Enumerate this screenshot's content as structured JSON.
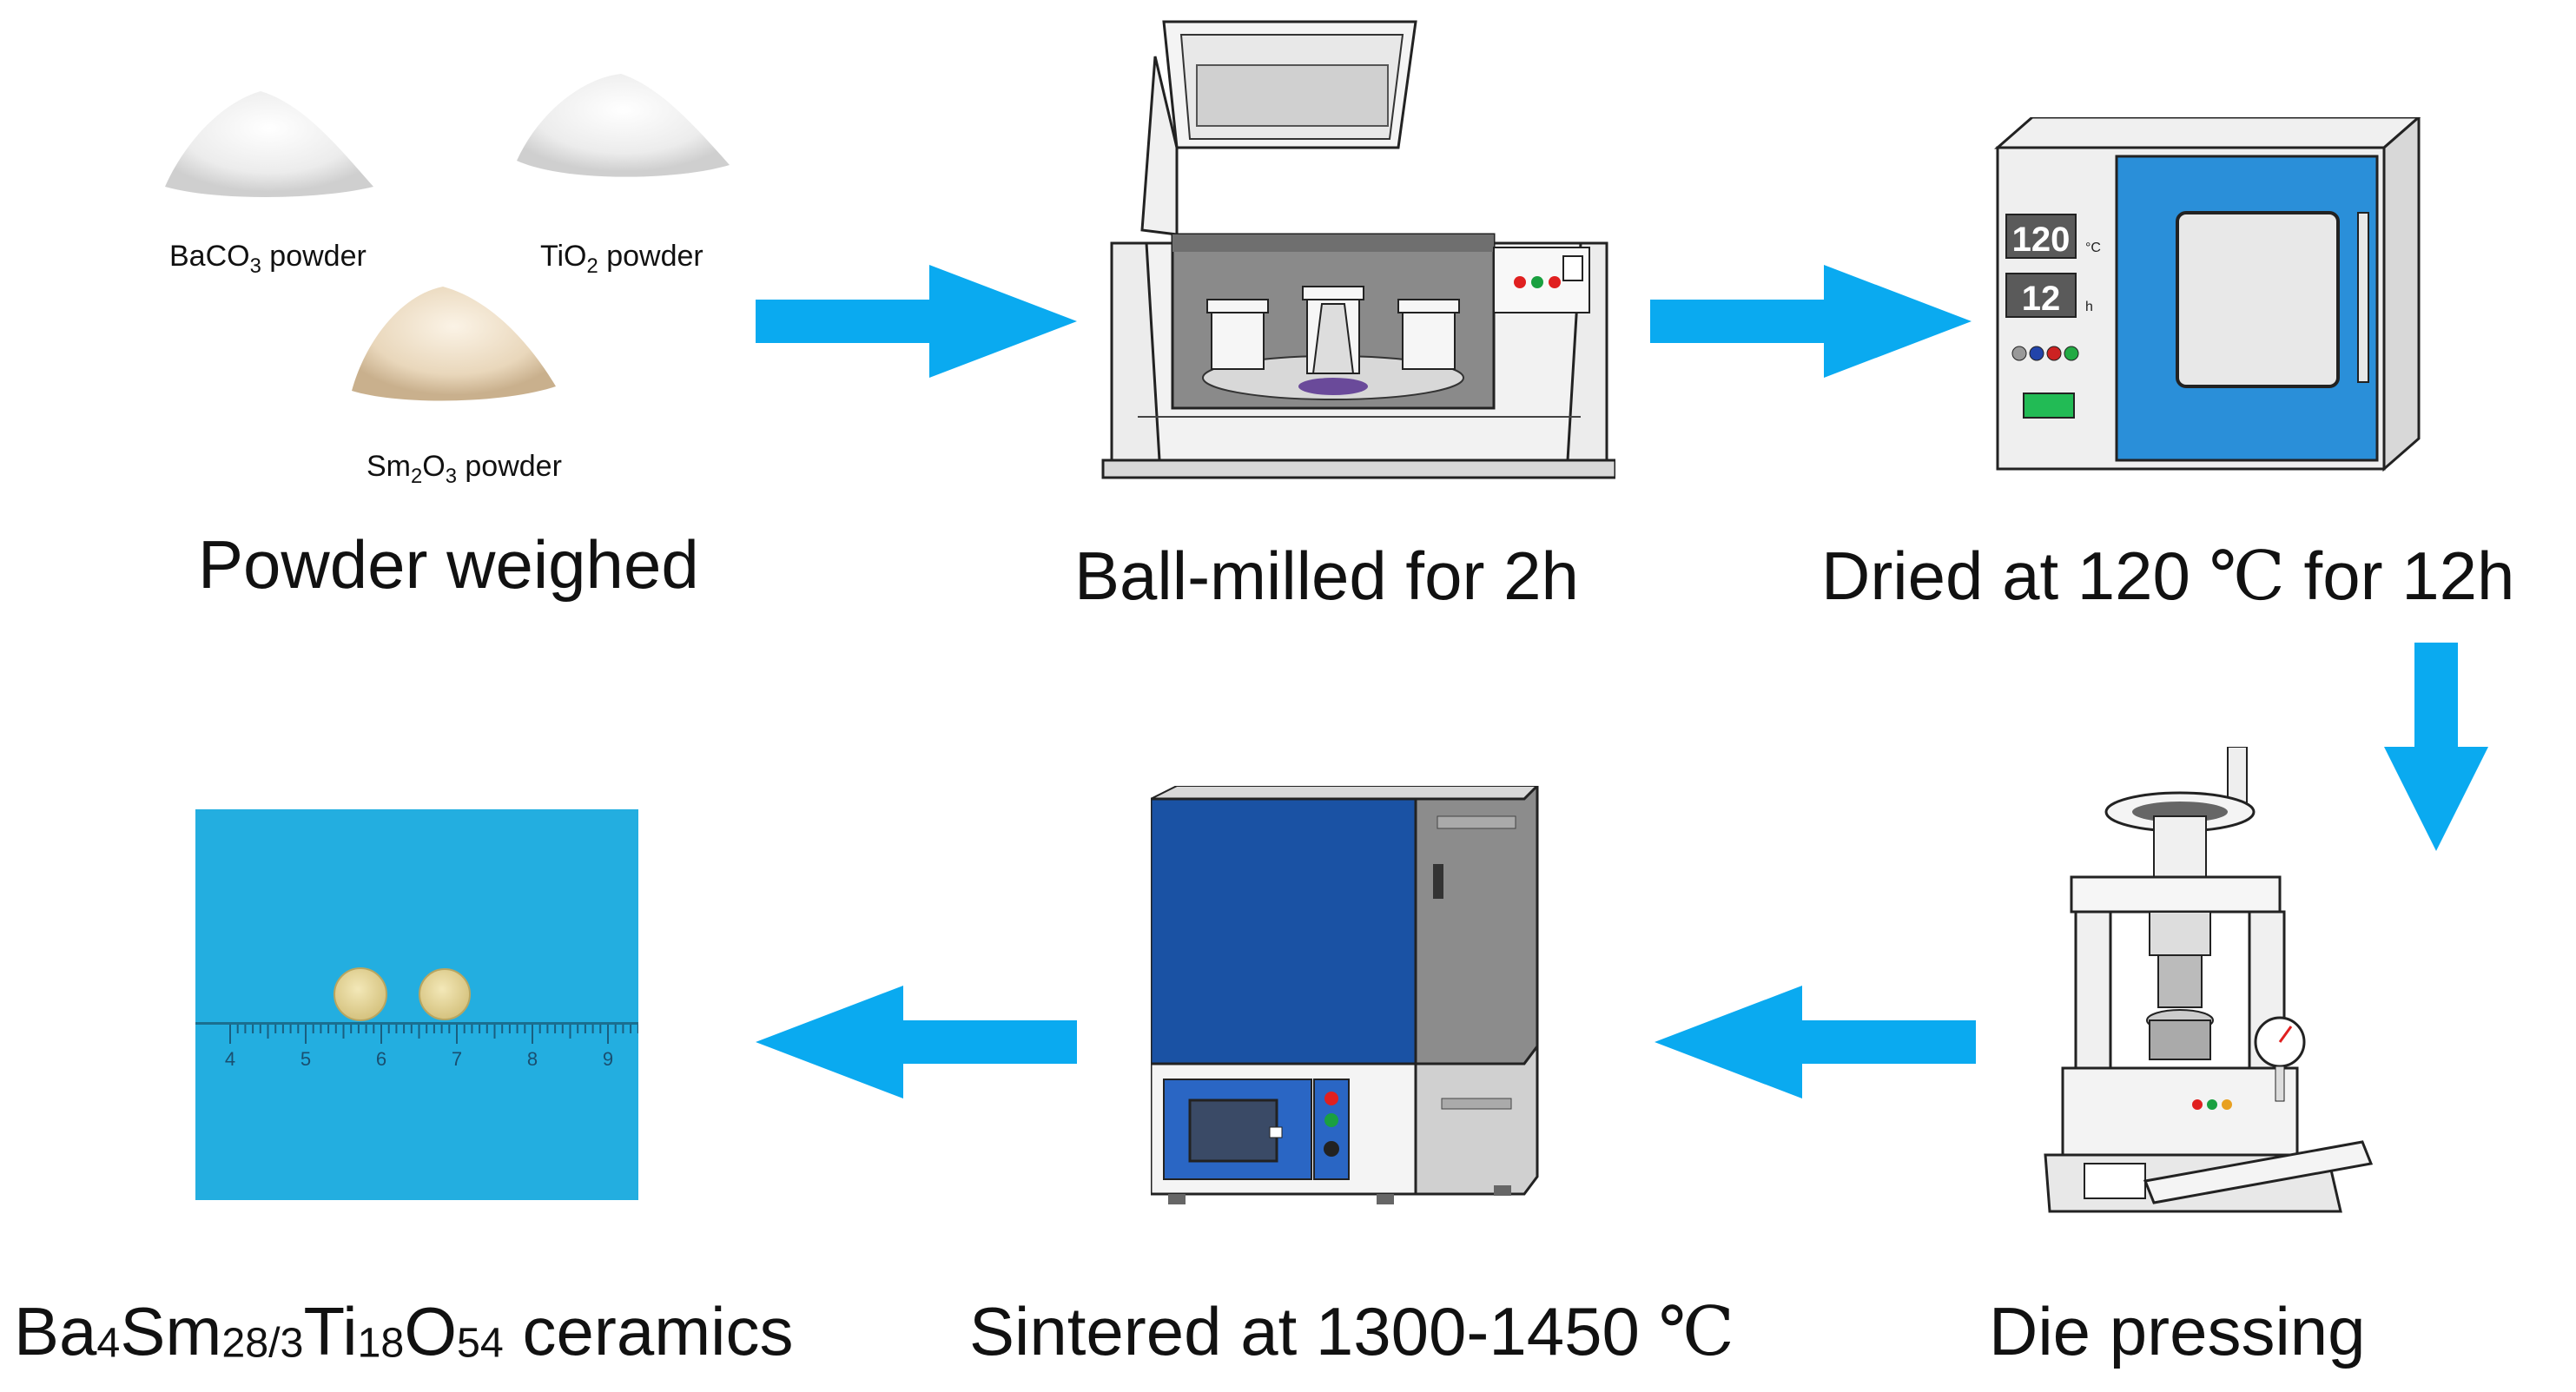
{
  "colors": {
    "arrow": "#0aaaf0",
    "oven_panel": "#2a8fd9",
    "furnace_blue": "#1a52a4",
    "ceramic_bg": "#23aee0",
    "pellet": "#e8d9a0"
  },
  "powders": {
    "baco3": {
      "formula": "BaCO",
      "sub": "3",
      "suffix": " powder"
    },
    "tio2": {
      "formula": "TiO",
      "sub": "2",
      "suffix": " powder"
    },
    "sm2o3": {
      "f1": "Sm",
      "s1": "2",
      "f2": "O",
      "s2": "3",
      "suffix": " powder"
    }
  },
  "steps": {
    "weighed": "Powder weighed",
    "ballmilled": "Ball-milled for 2h",
    "dried": {
      "pre": "Dried at 120 ",
      "deg": "℃",
      "post": " for 12h"
    },
    "pressing": "Die pressing",
    "sintered": {
      "pre": "Sintered at 1300-1450 ",
      "deg": "℃"
    },
    "ceramics": {
      "p1": "Ba",
      "s1": "4",
      "p2": "Sm",
      "s2": "28/3",
      "p3": "Ti",
      "s3": "18",
      "p4": "O",
      "s4": "54",
      "post": " ceramics"
    }
  },
  "oven_display": {
    "temp": "120",
    "temp_unit": "°C",
    "time": "12",
    "time_unit": "h"
  },
  "ruler_ticks": [
    "4",
    "5",
    "6",
    "7",
    "8",
    "9"
  ],
  "icons": [
    "powder-pile-icon",
    "ball-mill-icon",
    "drying-oven-icon",
    "die-press-icon",
    "muffle-furnace-icon",
    "ceramic-pellets-photo",
    "arrow-icon"
  ]
}
